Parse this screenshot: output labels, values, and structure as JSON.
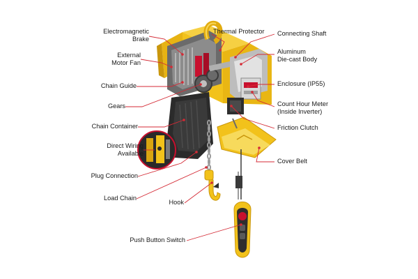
{
  "colors": {
    "hoist_yellow": "#f2c21b",
    "hoist_shadow": "#c9960c",
    "leader_line": "#d42a35",
    "dark_body": "#2e2e2e",
    "chain_grey": "#9a9a9a",
    "pendant_red": "#c8102e"
  },
  "labels": {
    "electromagnetic_brake_1": "Electromagnetic",
    "electromagnetic_brake_2": "Brake",
    "external_fan_1": "External",
    "external_fan_2": "Motor Fan",
    "chain_guide": "Chain Guide",
    "gears": "Gears",
    "chain_container": "Chain Container",
    "direct_wiring_1": "Direct Wiring",
    "direct_wiring_2": "Available",
    "plug_connection": "Plug Connection",
    "load_chain": "Load Chain",
    "hook": "Hook",
    "push_button_switch": "Push Button Switch",
    "thermal_protector": "Thermal Protector",
    "connecting_shaft": "Connecting Shaft",
    "aluminum_body_1": "Aluminum",
    "aluminum_body_2": "Die-cast Body",
    "enclosure": "Enclosure (IP55)",
    "count_hour_1": "Count Hour Meter",
    "count_hour_2": "(Inside Inverter)",
    "friction_clutch": "Friction Clutch",
    "cover_belt": "Cover Belt"
  }
}
